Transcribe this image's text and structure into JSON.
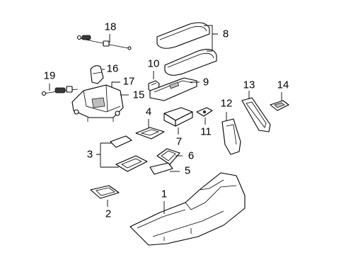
{
  "diagram": {
    "callouts": {
      "c1": "1",
      "c2": "2",
      "c3": "3",
      "c4": "4",
      "c5": "5",
      "c6": "6",
      "c7": "7",
      "c8": "8",
      "c9": "9",
      "c10": "10",
      "c11": "11",
      "c12": "12",
      "c13": "13",
      "c14": "14",
      "c15": "15",
      "c16": "16",
      "c17": "17",
      "c18": "18",
      "c19": "19"
    },
    "colors": {
      "line": "#000000",
      "background": "#ffffff",
      "shade": "#bdbdbd"
    }
  }
}
